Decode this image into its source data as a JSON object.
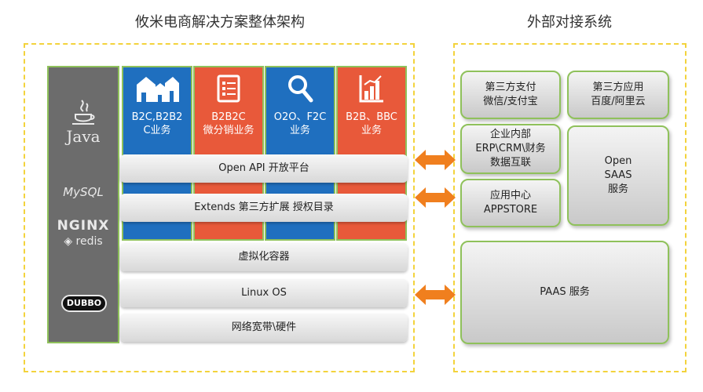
{
  "titles": {
    "left": "攸米电商解决方案整体架构",
    "right": "外部对接系统"
  },
  "tech_stack": {
    "java": "Java",
    "mysql": "MySQL",
    "nginx": "NGINX",
    "redis": "redis",
    "dubbo": "DUBBO"
  },
  "columns": [
    {
      "label": "B2C,B2B2\nC业务",
      "color": "#1f6fbf",
      "icon": "buildings-icon"
    },
    {
      "label": "B2B2C\n微分销业务",
      "color": "#e8593a",
      "icon": "document-list-icon"
    },
    {
      "label": "O2O、F2C\n业务",
      "color": "#1f6fbf",
      "icon": "search-icon"
    },
    {
      "label": "B2B、BBC\n业务",
      "color": "#e8593a",
      "icon": "bar-chart-icon"
    }
  ],
  "bars": {
    "open_api": "Open API 开放平台",
    "extends": "Extends 第三方扩展 授权目录",
    "virtual": "虚拟化容器",
    "linux": "Linux  OS",
    "network": "网络宽带\\硬件"
  },
  "external": {
    "pay": "第三方支付\n微信/支付宝",
    "apps": "第三方应用\n百度/阿里云",
    "erp": "企业内部\nERP\\CRM\\财务\n数据互联",
    "saas": "Open\nSAAS\n服务",
    "appstore": "应用中心\nAPPSTORE",
    "paas": "PAAS 服务"
  },
  "colors": {
    "dashed_border": "#f3d33c",
    "green_border": "#8fc15b",
    "blue": "#1f6fbf",
    "orange": "#e8593a",
    "arrow": "#f07f1e",
    "tech_bg": "#6c6c6c"
  }
}
